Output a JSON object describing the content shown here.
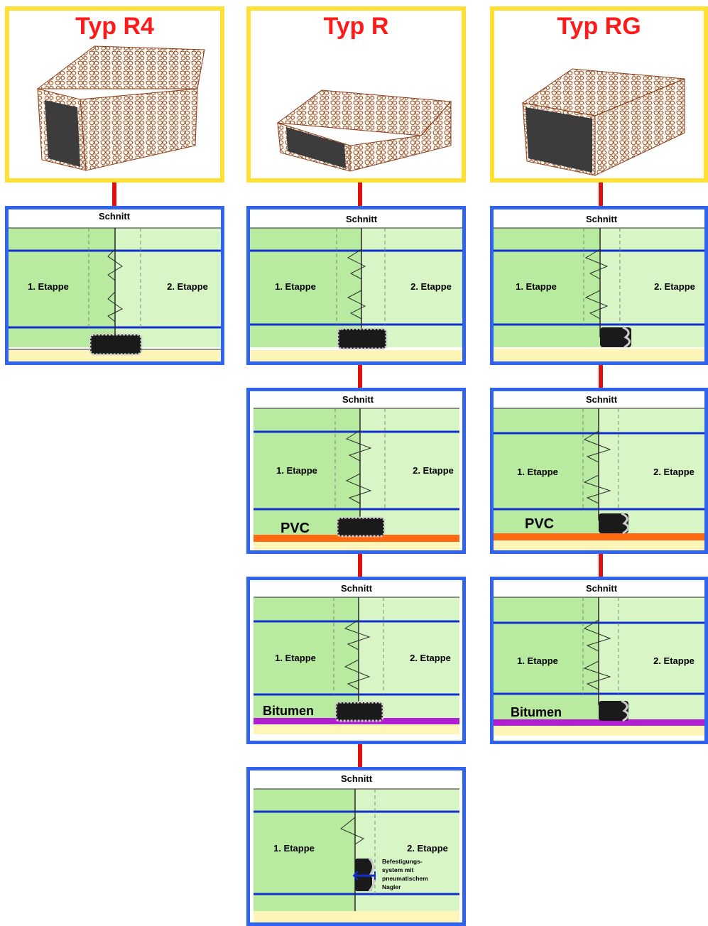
{
  "types": [
    {
      "title": "Typ R4"
    },
    {
      "title": "Typ R"
    },
    {
      "title": "Typ RG"
    }
  ],
  "labels": {
    "section": "Schnitt",
    "stage1": "1. Etappe",
    "stage2": "2. Etappe",
    "pvc": "PVC",
    "bitumen": "Bitumen",
    "fastening_note": [
      "Befestigungs-",
      "system mit",
      "pneumatischem",
      "Nagler"
    ]
  },
  "colors": {
    "type_frame": "#ffe033",
    "type_title": "#ff1a1a",
    "connector": "#e01010",
    "panel_frame": "#2f63f0",
    "concrete_stage1": "#b8eaa0",
    "concrete_stage2": "#d8f5c6",
    "water_line": "#1030d0",
    "ground": "#fdf6b8",
    "pvc_layer": "#ff6a10",
    "bitumen_layer": "#b020d0",
    "band": "#2a2a2a"
  }
}
